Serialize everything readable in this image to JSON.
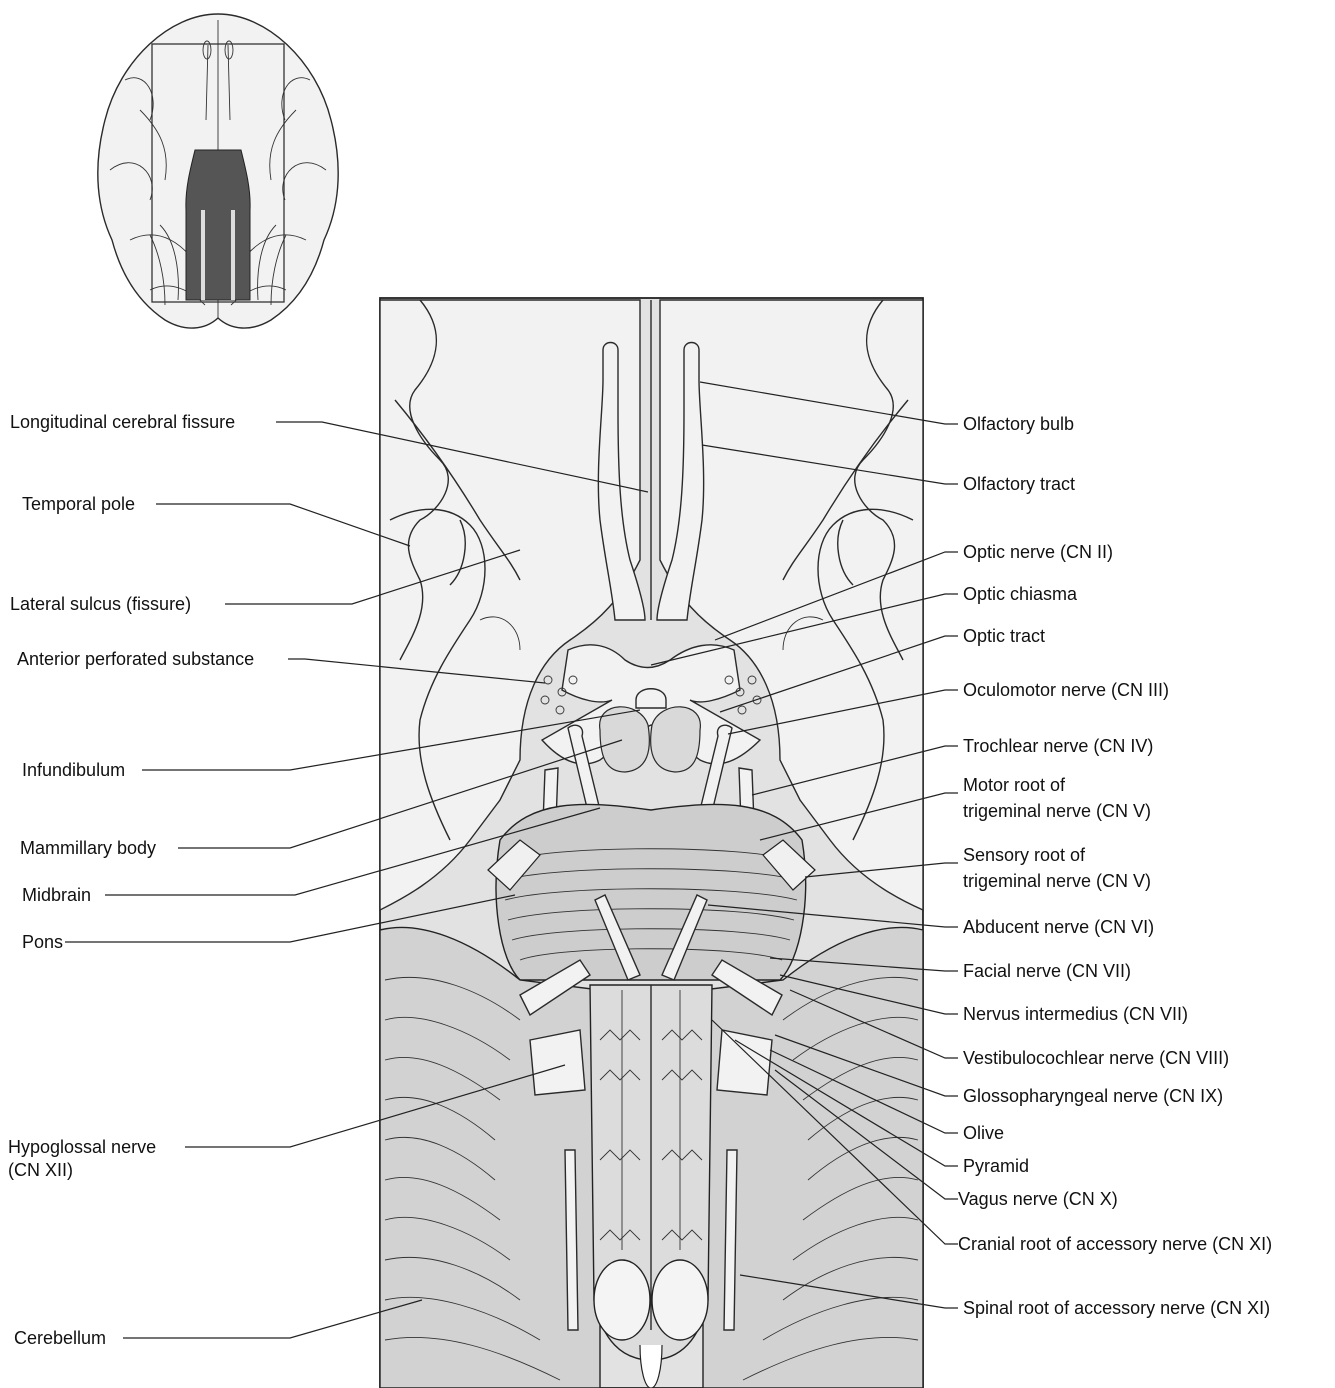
{
  "labels_left": [
    {
      "id": "longitudinal-cerebral-fissure",
      "lines": [
        "Longitudinal cerebral fissure"
      ]
    },
    {
      "id": "temporal-pole",
      "lines": [
        "Temporal pole"
      ]
    },
    {
      "id": "lateral-sulcus",
      "lines": [
        "Lateral sulcus (fissure)"
      ]
    },
    {
      "id": "anterior-perforated-substance",
      "lines": [
        "Anterior perforated substance"
      ]
    },
    {
      "id": "infundibulum",
      "lines": [
        "Infundibulum"
      ]
    },
    {
      "id": "mammillary-body",
      "lines": [
        "Mammillary body"
      ]
    },
    {
      "id": "midbrain",
      "lines": [
        "Midbrain"
      ]
    },
    {
      "id": "pons",
      "lines": [
        "Pons"
      ]
    },
    {
      "id": "hypoglossal-nerve",
      "lines": [
        "Hypoglossal nerve",
        "(CN XII)"
      ]
    },
    {
      "id": "cerebellum",
      "lines": [
        "Cerebellum"
      ]
    }
  ],
  "labels_right": [
    {
      "id": "olfactory-bulb",
      "lines": [
        "Olfactory bulb"
      ]
    },
    {
      "id": "olfactory-tract",
      "lines": [
        "Olfactory tract"
      ]
    },
    {
      "id": "optic-nerve",
      "lines": [
        "Optic nerve (CN II)"
      ]
    },
    {
      "id": "optic-chiasma",
      "lines": [
        "Optic chiasma"
      ]
    },
    {
      "id": "optic-tract",
      "lines": [
        "Optic tract"
      ]
    },
    {
      "id": "oculomotor-nerve",
      "lines": [
        "Oculomotor nerve (CN III)"
      ]
    },
    {
      "id": "trochlear-nerve",
      "lines": [
        "Trochlear nerve (CN IV)"
      ]
    },
    {
      "id": "motor-root-trigeminal",
      "lines": [
        "Motor root of",
        "trigeminal nerve (CN V)"
      ]
    },
    {
      "id": "sensory-root-trigeminal",
      "lines": [
        "Sensory root of",
        "trigeminal nerve (CN V)"
      ]
    },
    {
      "id": "abducent-nerve",
      "lines": [
        "Abducent nerve (CN VI)"
      ]
    },
    {
      "id": "facial-nerve",
      "lines": [
        "Facial nerve (CN VII)"
      ]
    },
    {
      "id": "nervus-intermedius",
      "lines": [
        "Nervus intermedius (CN VII)"
      ]
    },
    {
      "id": "vestibulocochlear-nerve",
      "lines": [
        "Vestibulocochlear nerve (CN VIII)"
      ]
    },
    {
      "id": "glossopharyngeal-nerve",
      "lines": [
        "Glossopharyngeal nerve (CN IX)"
      ]
    },
    {
      "id": "olive",
      "lines": [
        "Olive"
      ]
    },
    {
      "id": "pyramid",
      "lines": [
        "Pyramid"
      ]
    },
    {
      "id": "vagus-nerve",
      "lines": [
        "Vagus nerve (CN X)"
      ]
    },
    {
      "id": "cranial-root-accessory",
      "lines": [
        "Cranial root of accessory nerve (CN XI)"
      ]
    },
    {
      "id": "spinal-root-accessory",
      "lines": [
        "Spinal root of accessory nerve (CN XI)"
      ]
    }
  ]
}
